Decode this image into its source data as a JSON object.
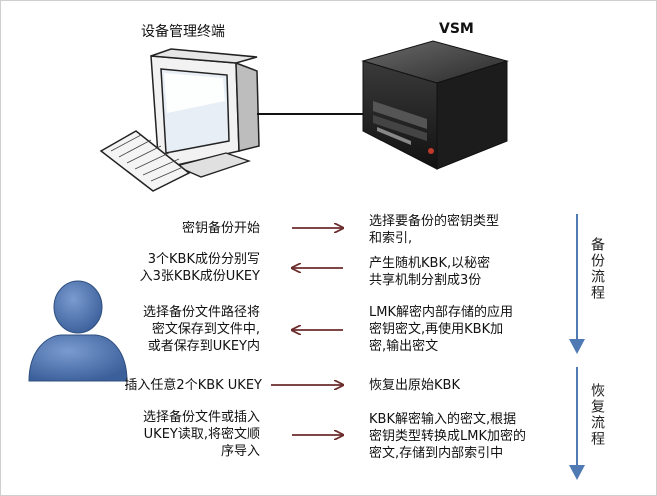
{
  "top": {
    "terminal_label": "设备管理终端",
    "vsm_label": "VSM"
  },
  "rows": [
    {
      "left": [
        "密钥备份开始"
      ],
      "right": [
        "选择要备份的密钥类型",
        "和索引,"
      ],
      "direction": "right"
    },
    {
      "left": [
        "3个KBK成份分别写",
        "入3张KBK成份UKEY"
      ],
      "right": [
        "产生随机KBK,以秘密",
        "共享机制分割成3份"
      ],
      "direction": "left"
    },
    {
      "left": [
        "选择备份文件路径将",
        "密文保存到文件中,",
        "或者保存到UKEY内"
      ],
      "right": [
        "LMK解密内部存储的应用",
        "密钥密文,再使用KBK加",
        "密,输出密文"
      ],
      "direction": "left"
    },
    {
      "left": [
        "插入任意2个KBK UKEY"
      ],
      "right": [
        "恢复出原始KBK"
      ],
      "direction": "right"
    },
    {
      "left": [
        "选择备份文件或插入",
        "UKEY读取,将密文顺",
        "序导入"
      ],
      "right": [
        "KBK解密输入的密文,根据",
        "密钥类型转换成LMK加密的",
        "密文,存储到内部索引中"
      ],
      "direction": "right"
    }
  ],
  "flows": {
    "backup": "备份流程",
    "restore": "恢复流程"
  },
  "colors": {
    "arrow": "#6b2c2c",
    "flow_arrow": "#4f7ab3",
    "user_fill": "#4f78b4"
  }
}
